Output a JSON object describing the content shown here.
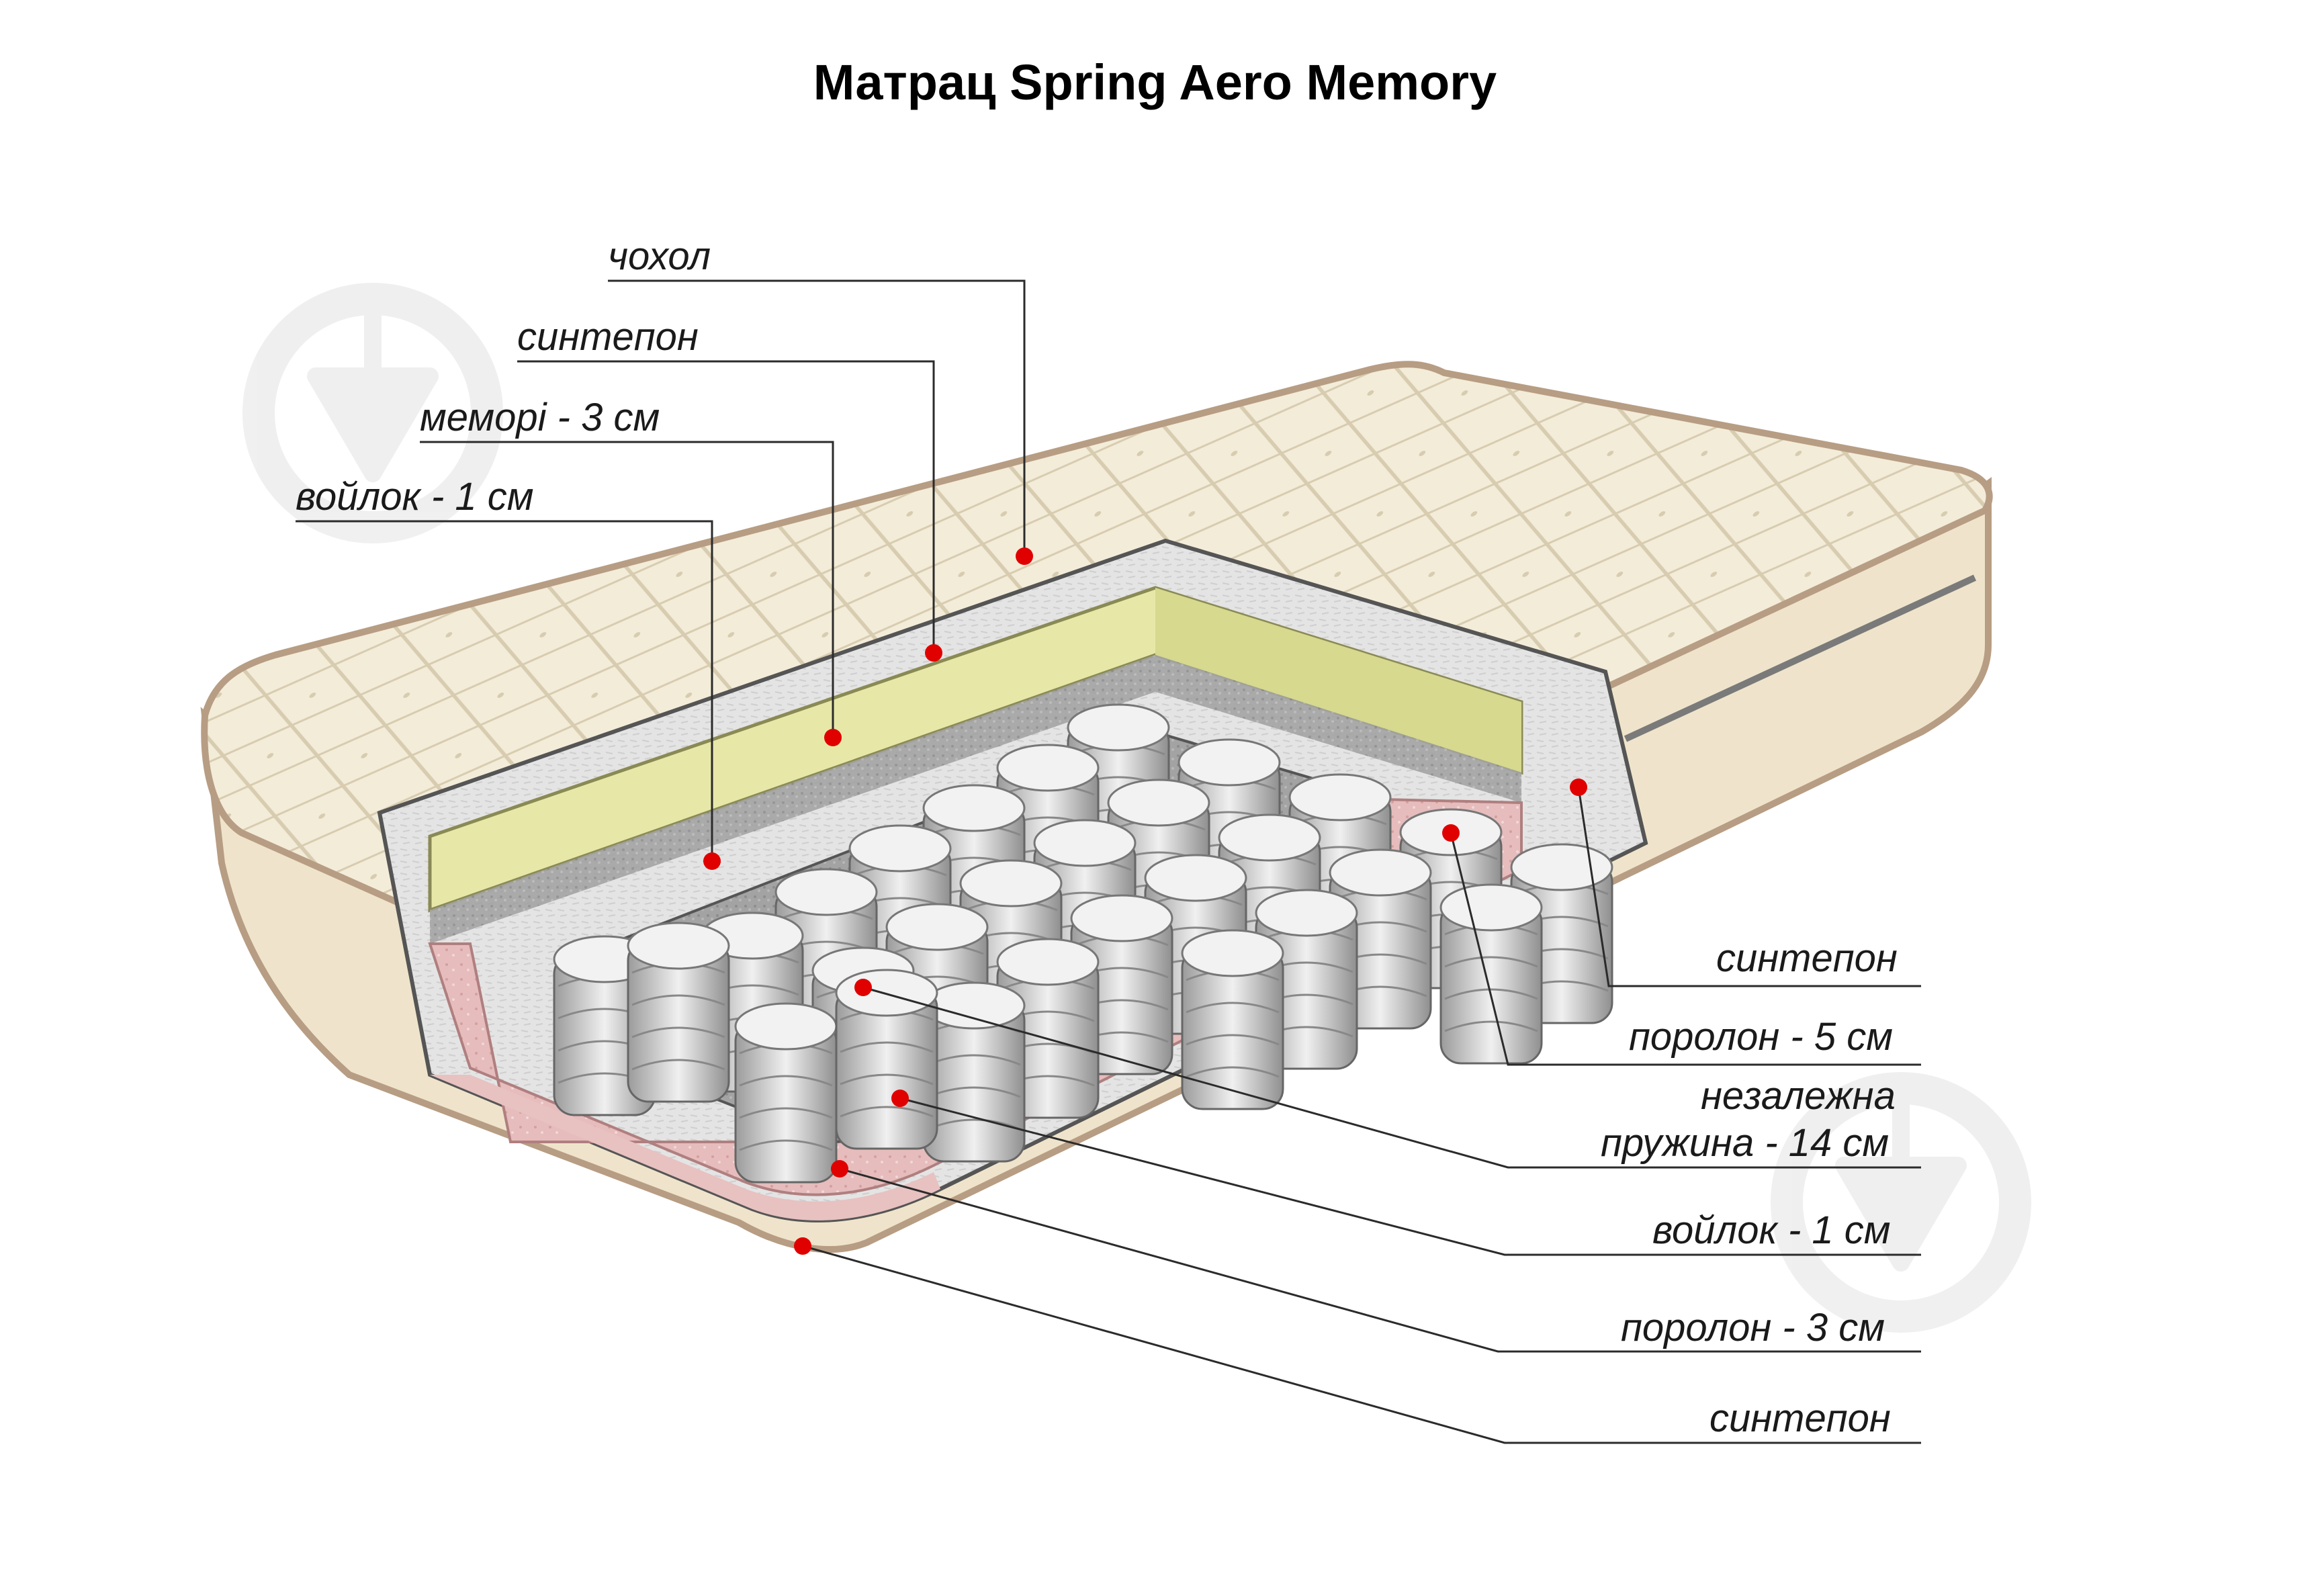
{
  "title": "Матрац Spring Aero Memory",
  "colors": {
    "marker": "#e00000",
    "cover": "#f1ead6",
    "piping": "#b79d83",
    "sintepon": "#d9d9d9",
    "memory": "#e8eab0",
    "foam": "#e8c1c1",
    "felt": "#9a9a9a",
    "spring": "#e2e2e2",
    "logo": "#ececec"
  },
  "labels_left": [
    {
      "id": "chohol",
      "text": "чохол"
    },
    {
      "id": "sintepon-top",
      "text": "синтепон"
    },
    {
      "id": "memory",
      "text": "меморі - 3 см"
    },
    {
      "id": "voilok-top",
      "text": "войлок - 1 см"
    }
  ],
  "labels_right": [
    {
      "id": "sintepon-side",
      "text": "синтепон"
    },
    {
      "id": "porolon-5",
      "text": "поролон - 5 см"
    },
    {
      "id": "spring-1",
      "text": "незалежна"
    },
    {
      "id": "spring-2",
      "text": "пружина - 14 см"
    },
    {
      "id": "voilok-bottom",
      "text": "войлок - 1 см"
    },
    {
      "id": "porolon-3",
      "text": "поролон - 3 см"
    },
    {
      "id": "sintepon-bottom",
      "text": "синтепон"
    }
  ],
  "icons": [
    "watermark-logo-icon",
    "watermark-logo-icon"
  ]
}
